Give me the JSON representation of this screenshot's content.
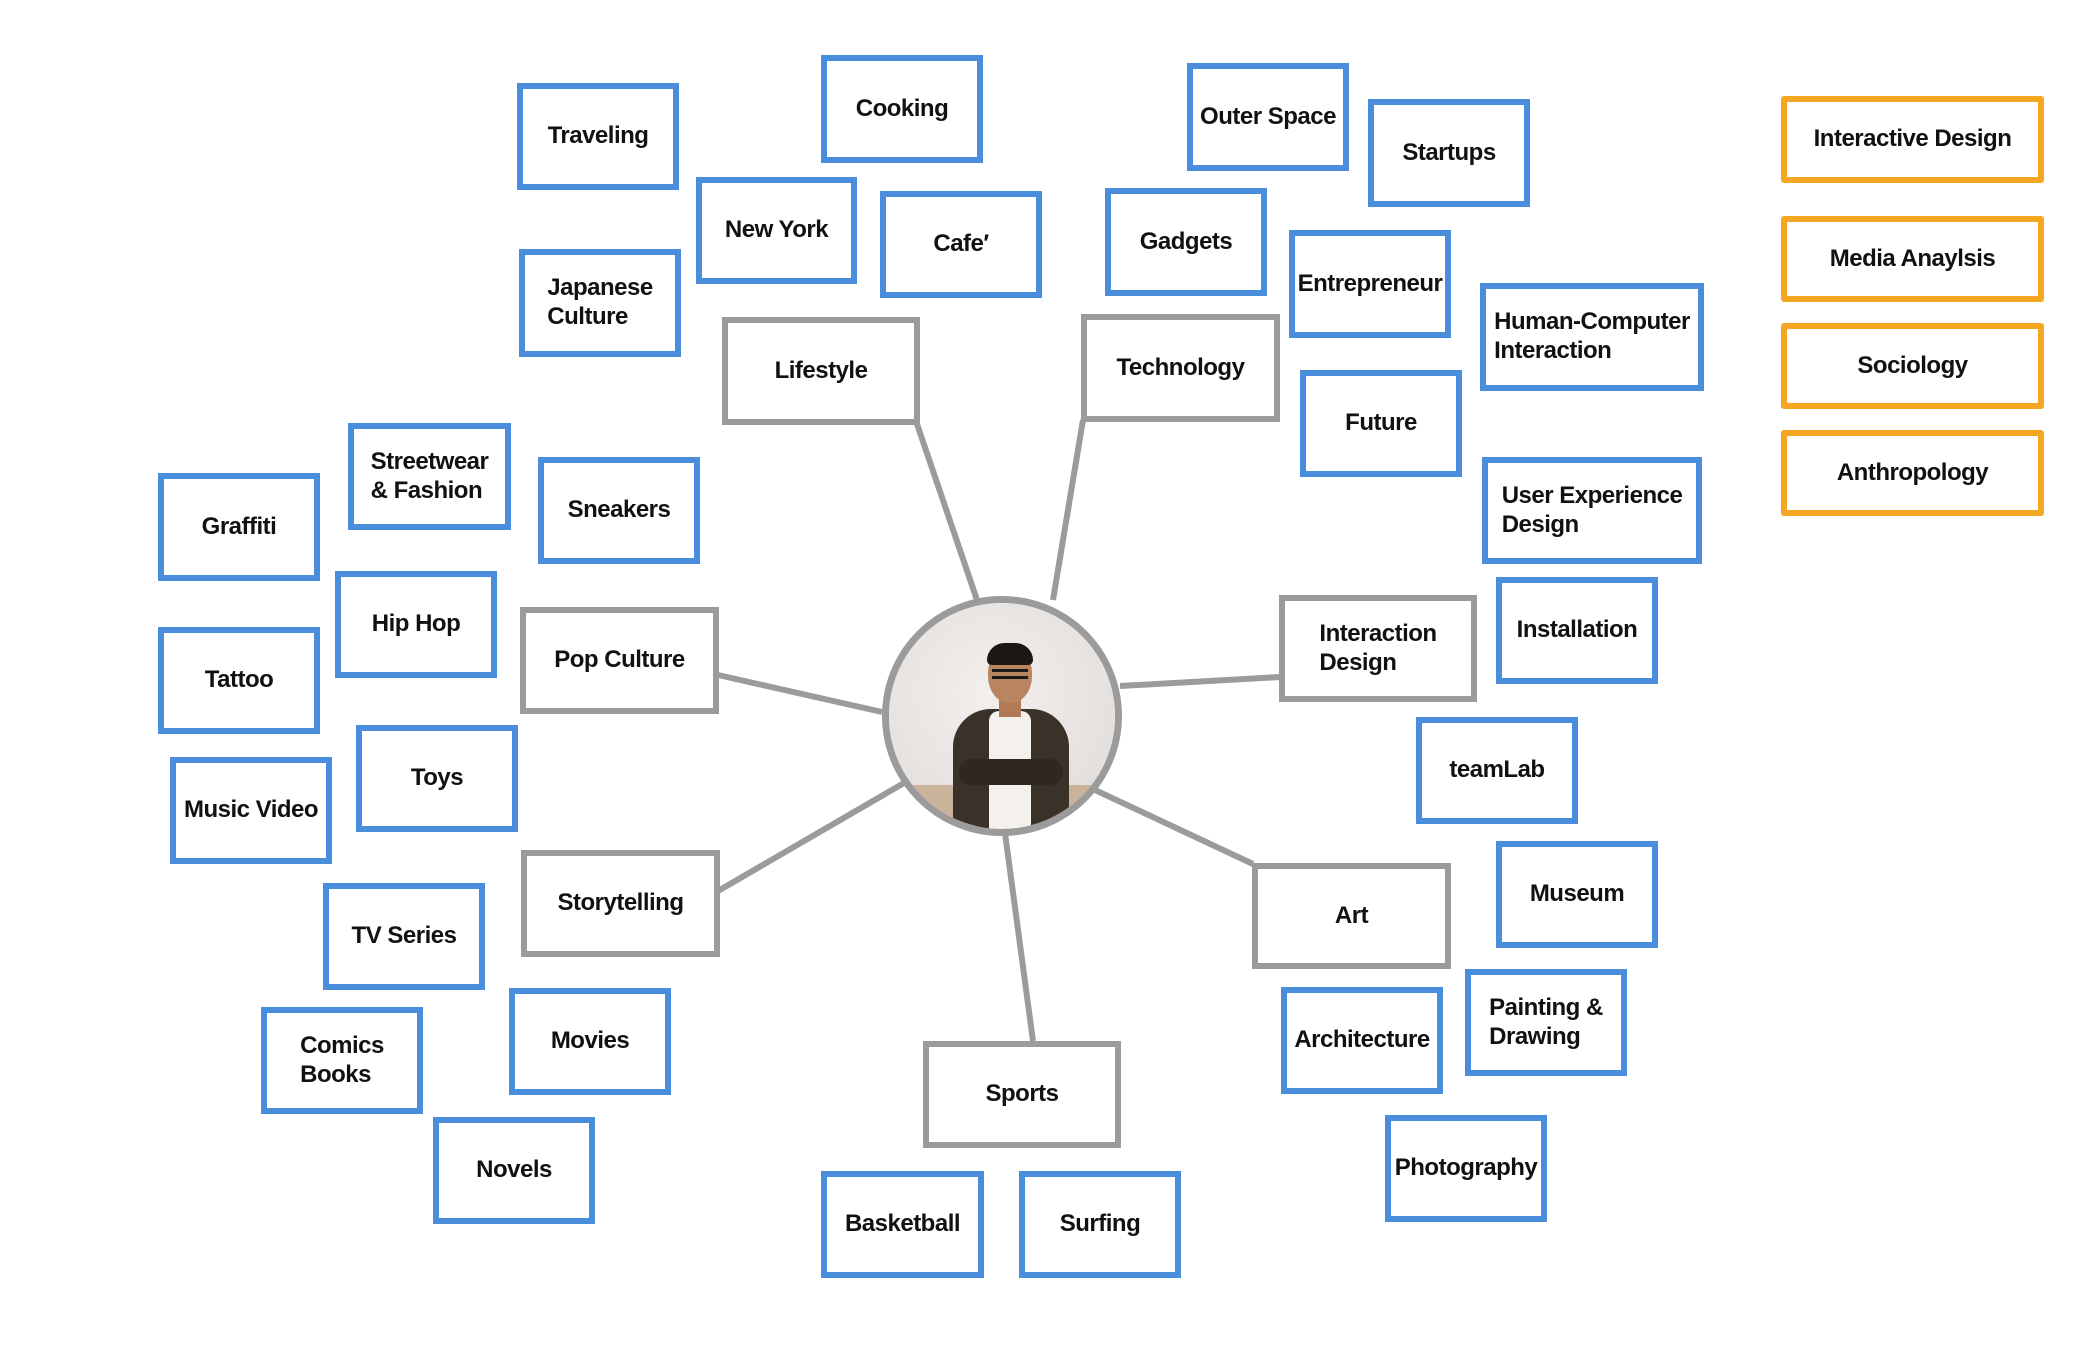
{
  "hub": {
    "label": "profile-photo"
  },
  "categories": {
    "lifestyle": "Lifestyle",
    "technology": "Technology",
    "pop_culture": "Pop Culture",
    "interaction_design": "Interaction\nDesign",
    "storytelling": "Storytelling",
    "art": "Art",
    "sports": "Sports"
  },
  "leaves": {
    "traveling": "Traveling",
    "cooking": "Cooking",
    "new_york": "New York",
    "cafe": "Cafe′",
    "japanese_culture": "Japanese\nCulture",
    "outer_space": "Outer Space",
    "startups": "Startups",
    "gadgets": "Gadgets",
    "entrepreneur": "Entrepreneur",
    "hci": "Human-Computer\nInteraction",
    "future": "Future",
    "ux_design": "User Experience\nDesign",
    "streetwear": "Streetwear\n& Fashion",
    "graffiti": "Graffiti",
    "sneakers": "Sneakers",
    "hip_hop": "Hip Hop",
    "tattoo": "Tattoo",
    "toys": "Toys",
    "music_video": "Music Video",
    "tv_series": "TV Series",
    "comics_books": "Comics\nBooks",
    "movies": "Movies",
    "novels": "Novels",
    "installation": "Installation",
    "teamlab": "teamLab",
    "museum": "Museum",
    "architecture": "Architecture",
    "painting_drawing": "Painting &\nDrawing",
    "photography": "Photography",
    "basketball": "Basketball",
    "surfing": "Surfing"
  },
  "fields": {
    "interactive_design": "Interactive Design",
    "media_analysis": "Media Anaylsis",
    "sociology": "Sociology",
    "anthropology": "Anthropology"
  },
  "colors": {
    "leaf_border": "#4a8ddc",
    "category_border": "#9b9b9b",
    "field_border": "#f5a623",
    "connector": "#9b9b9b"
  }
}
